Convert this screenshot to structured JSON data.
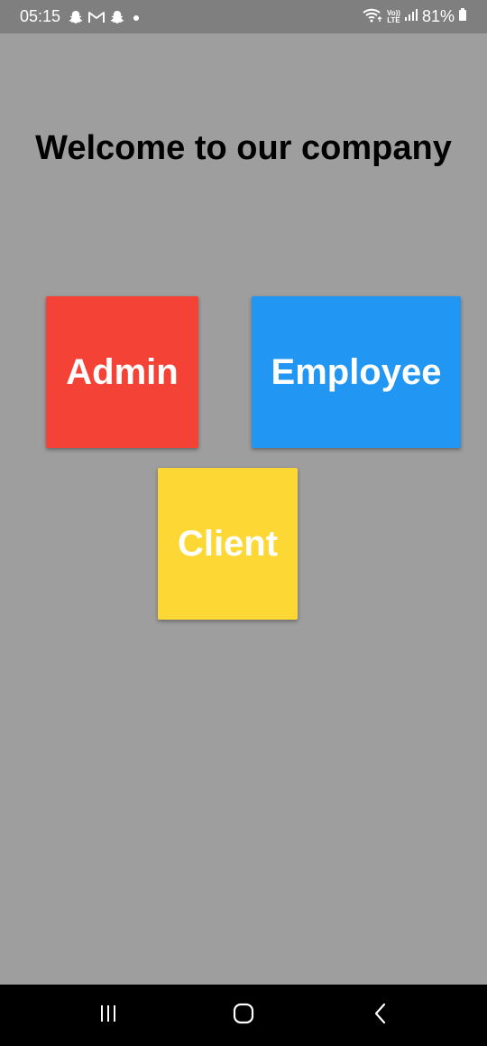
{
  "status_bar": {
    "time": "05:15",
    "battery": "81%",
    "volte_top": "Vo))",
    "volte_bottom": "LTE",
    "icons": [
      "snapchat-icon",
      "gmail-icon",
      "snapchat-icon",
      "dot-icon",
      "wifi-icon",
      "volte-icon",
      "signal-icon",
      "battery-icon"
    ]
  },
  "main": {
    "title": "Welcome to our company",
    "buttons": [
      {
        "label": "Admin",
        "color": "#f44336"
      },
      {
        "label": "Employee",
        "color": "#2196f3"
      },
      {
        "label": "Client",
        "color": "#fdd835"
      }
    ]
  },
  "nav_bar": {
    "icons": [
      "recent-apps-icon",
      "home-icon",
      "back-icon"
    ]
  },
  "colors": {
    "background": "#9e9e9e",
    "status_bar": "#7f7f7f",
    "nav_bar": "#000000"
  }
}
